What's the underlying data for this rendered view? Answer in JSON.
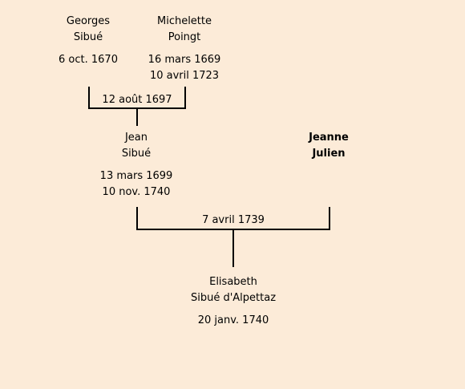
{
  "ancestors": {
    "father": {
      "first_name": "Georges",
      "last_name": "Sibué",
      "birth": "6 oct. 1670",
      "death": ""
    },
    "mother": {
      "first_name": "Michelette",
      "last_name": "Poingt",
      "birth": "16 mars 1669",
      "death": "10 avril 1723"
    },
    "marriage": "12 août 1697"
  },
  "parents": {
    "father": {
      "first_name": "Jean",
      "last_name": "Sibué",
      "birth": "13 mars 1699",
      "death": "10 nov. 1740"
    },
    "mother": {
      "first_name": "Jeanne",
      "last_name": "Julien"
    },
    "marriage": "7 avril 1739"
  },
  "child": {
    "first_name": "Elisabeth",
    "last_name": "Sibué d'Alpettaz",
    "birth": "20 janv. 1740"
  }
}
